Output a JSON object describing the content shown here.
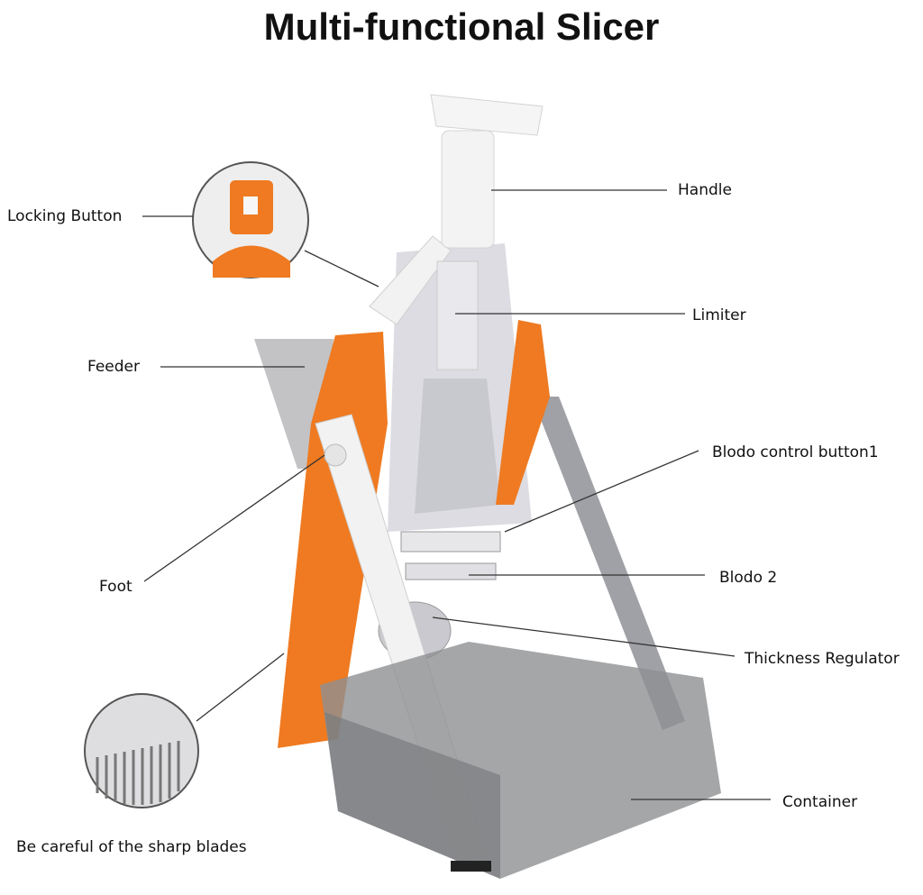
{
  "title": "Multi-functional Slicer",
  "labels": {
    "handle": "Handle",
    "locking_button": "Locking Button",
    "limiter": "Limiter",
    "feeder": "Feeder",
    "blade_control_button": "Blodo control button1",
    "foot": "Foot",
    "blade2": "Blodo 2",
    "thickness_regulator": "Thickness Regulator",
    "container": "Container",
    "warning": "Be careful of the sharp blades"
  },
  "colors": {
    "accent_orange": "#ef7a21",
    "body_white": "#f4f4f4",
    "frame_grey": "#d9d9de",
    "container_grey": "#8f9092",
    "leader_line": "#333333"
  }
}
